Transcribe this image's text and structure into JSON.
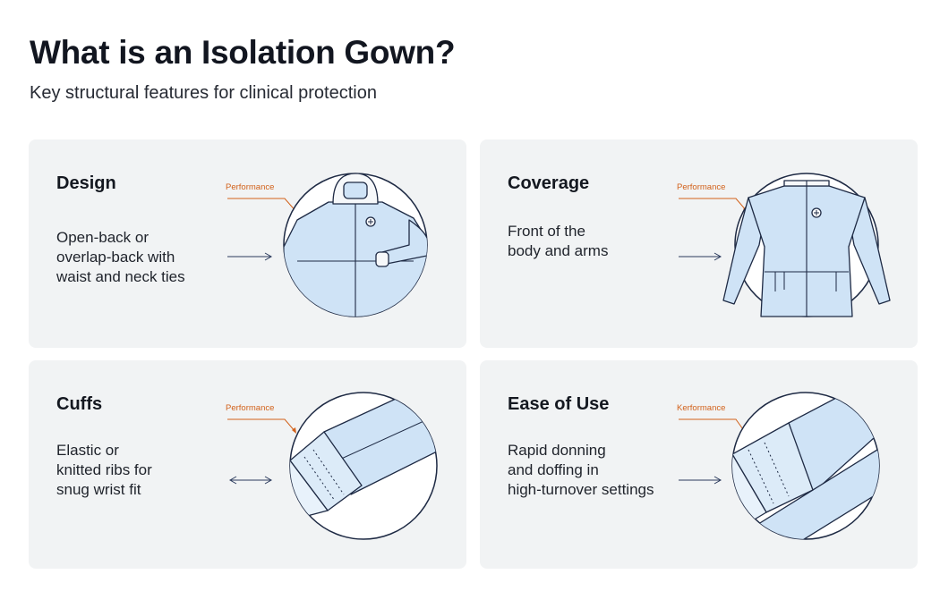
{
  "title": "What is an Isolation Gown?",
  "subtitle": "Key structural features for clinical protection",
  "cards": [
    {
      "title": "Design",
      "lines": [
        "Open-back or",
        "overlap-back with",
        "waist and neck ties"
      ],
      "tag": "Performance",
      "icon": "gown-hood-icon"
    },
    {
      "title": "Coverage",
      "lines": [
        "Front of the",
        "body and arms"
      ],
      "tag": "Performance",
      "icon": "gown-front-icon"
    },
    {
      "title": "Cuffs",
      "lines": [
        "Elastic or",
        "knitted ribs for",
        "snug wrist fit"
      ],
      "tag": "Performance",
      "icon": "cuff-icon"
    },
    {
      "title": "Ease of Use",
      "lines": [
        "Rapid donning",
        "and doffing in",
        "high-turnover settings"
      ],
      "tag": "Kerformance",
      "icon": "sleeve-icon"
    }
  ],
  "colors": {
    "accent": "#d2611a",
    "outline": "#1e2a44",
    "fabric": "#cfe3f6",
    "card": "#f1f3f4"
  }
}
